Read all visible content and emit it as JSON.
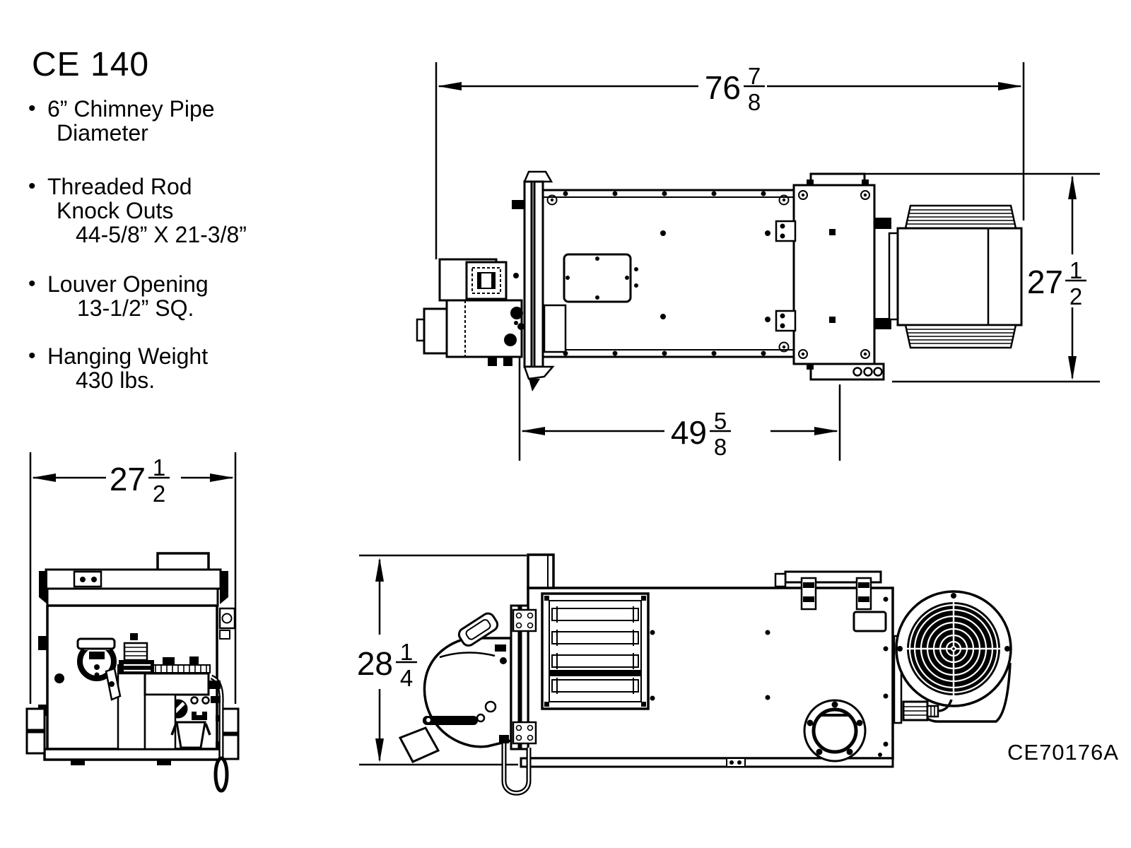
{
  "title": "CE 140",
  "bullets": [
    {
      "name": "chimney-pipe",
      "lines": [
        "6” Chimney Pipe",
        "Diameter"
      ]
    },
    {
      "name": "threaded-rod",
      "lines": [
        "Threaded Rod",
        "Knock Outs",
        "44-5/8” X 21-3/8”"
      ]
    },
    {
      "name": "louver-opening",
      "lines": [
        "Louver Opening",
        "13-1/2” SQ."
      ]
    },
    {
      "name": "hanging-weight",
      "lines": [
        "Hanging Weight",
        "430 lbs."
      ]
    }
  ],
  "dimensions": {
    "overall_length": {
      "whole": "76",
      "numerator": "7",
      "denominator": "8"
    },
    "overall_width": {
      "whole": "27",
      "numerator": "1",
      "denominator": "2"
    },
    "body_length": {
      "whole": "49",
      "numerator": "5",
      "denominator": "8"
    },
    "front_width": {
      "whole": "27",
      "numerator": "1",
      "denominator": "2"
    },
    "unit_height": {
      "whole": "28",
      "numerator": "1",
      "denominator": "4"
    }
  },
  "drawing_code": "CE70176A",
  "colors": {
    "ink": "#000000",
    "background": "#ffffff"
  }
}
